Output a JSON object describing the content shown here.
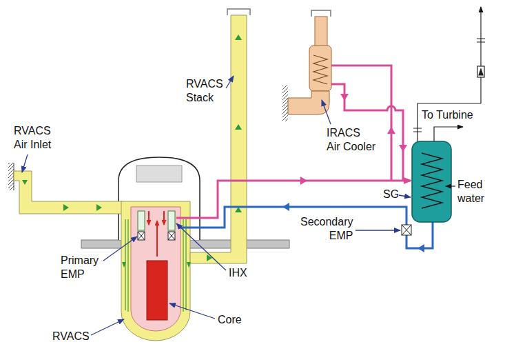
{
  "diagram": {
    "labels": [
      "RVACS Stack",
      "IRACS Air Cooler",
      "To Turbine",
      "RVACS Air Inlet",
      "SG",
      "Feed water",
      "Secondary EMP",
      "Primary EMP",
      "IHX",
      "Core",
      "RVACS"
    ]
  }
}
